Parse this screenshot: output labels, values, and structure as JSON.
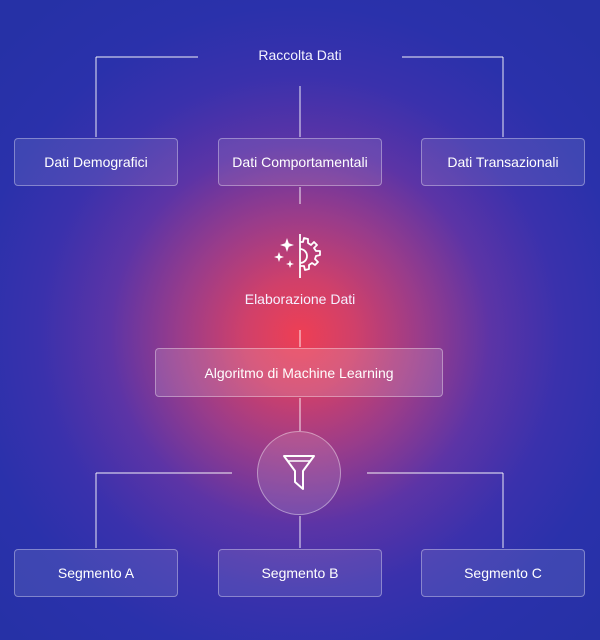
{
  "diagram": {
    "title": "Raccolta Dati",
    "sources": [
      {
        "label": "Dati Demografici"
      },
      {
        "label": "Dati Comportamentali"
      },
      {
        "label": "Dati Transazionali"
      }
    ],
    "processing": {
      "icon": "sparkle-gear-icon",
      "label": "Elaborazione Dati"
    },
    "algorithm": {
      "label": "Algoritmo di Machine Learning"
    },
    "filter": {
      "icon": "funnel-icon"
    },
    "segments": [
      {
        "label": "Segmento A"
      },
      {
        "label": "Segmento B"
      },
      {
        "label": "Segmento C"
      }
    ]
  },
  "colors": {
    "background": "#2631a6",
    "glow": "#ee3f54",
    "line": "#ffffff"
  }
}
